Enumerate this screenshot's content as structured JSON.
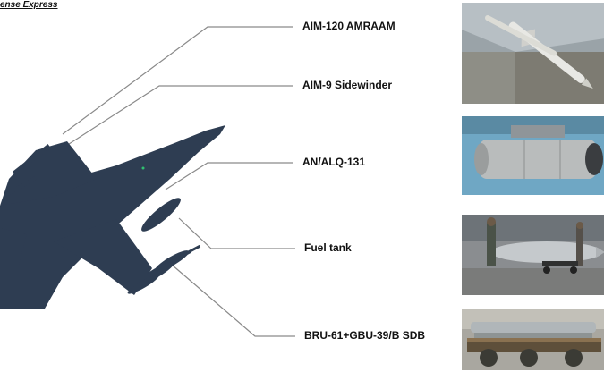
{
  "brand": "ense Express",
  "callouts": [
    {
      "label": "AIM-120 AMRAAM",
      "photo": "aim-120-missile-photo"
    },
    {
      "label": "AIM-9 Sidewinder",
      "photo": "aim-9-missile-photo"
    },
    {
      "label": "AN/ALQ-131",
      "photo": "ecm-pod-photo"
    },
    {
      "label": "Fuel tank",
      "photo": "fuel-tank-photo"
    },
    {
      "label": "BRU-61+GBU-39/B SDB",
      "photo": "sdb-rack-photo"
    }
  ],
  "colors": {
    "jet_silhouette": "#2e3d52",
    "leader_line": "#8a8a8a",
    "label_text": "#111111"
  },
  "icons": {
    "jet": "f16-jet-silhouette"
  }
}
